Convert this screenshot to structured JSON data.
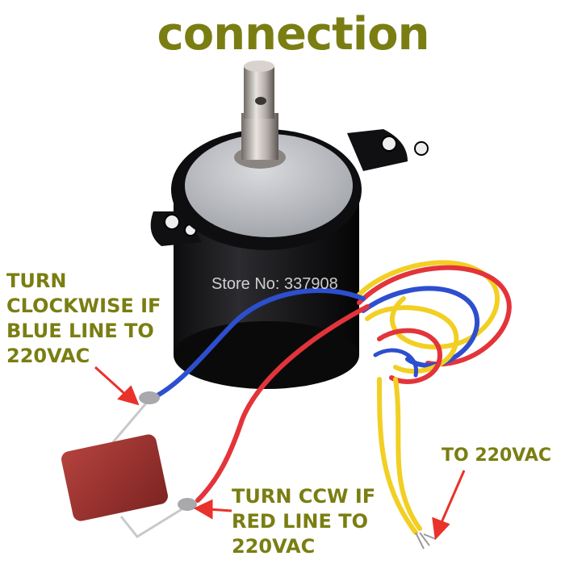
{
  "title": "connection",
  "watermark": "Store No: 337908",
  "annotations": {
    "clockwise": [
      "TURN",
      "CLOCKWISE IF",
      "BLUE LINE TO",
      "220VAC"
    ],
    "ccw": [
      "TURN CCW IF",
      "RED LINE TO",
      "220VAC"
    ],
    "supply": "TO 220VAC"
  },
  "colors": {
    "label_text": "#7a7e12",
    "arrow": "#e8322a",
    "wire_blue": "#2d4fcf",
    "wire_red": "#e3343a",
    "wire_yellow": "#f2cf22",
    "motor_body": "#1b1b1d",
    "capacitor": "#9c2f2c"
  },
  "icons": [
    "motor-photo",
    "capacitor",
    "arrow-icon"
  ]
}
